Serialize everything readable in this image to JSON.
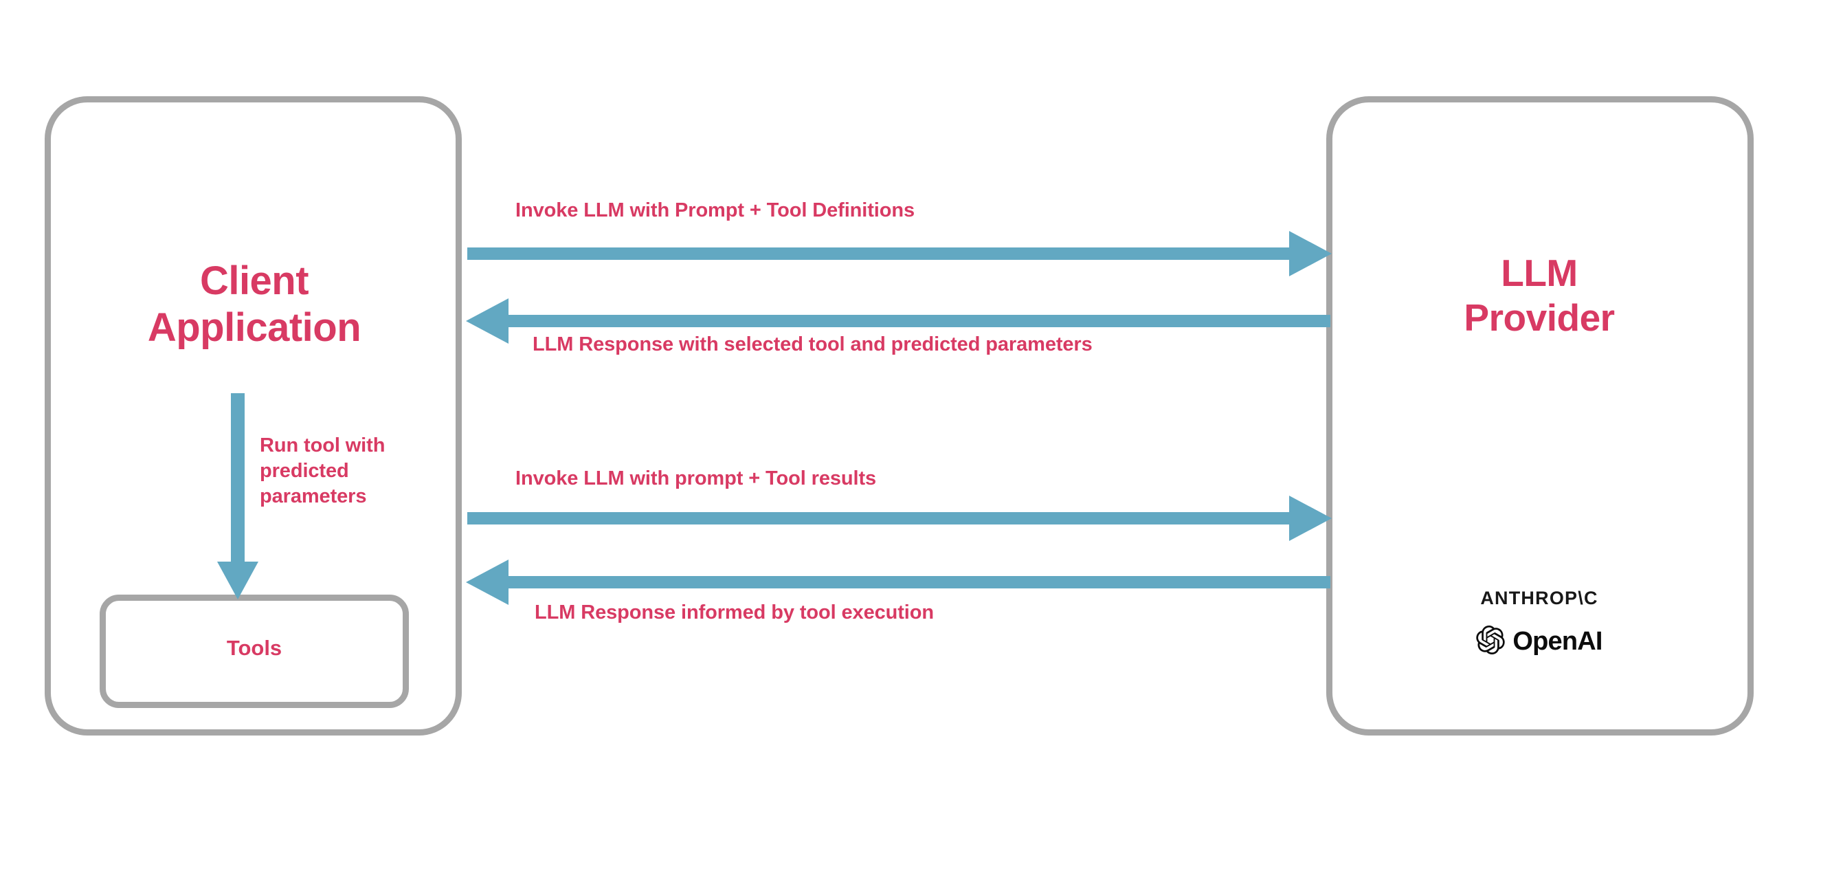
{
  "diagram": {
    "title": "LLM tool-calling sequence between a client application and an LLM provider",
    "colors": {
      "accent_text": "#d83a63",
      "arrow": "#62a8c2",
      "box_border": "#a6a6a6",
      "logo_text": "#111111",
      "background": "#ffffff"
    }
  },
  "nodes": {
    "client": {
      "label": "Client\nApplication",
      "name": "client-application"
    },
    "tools": {
      "label": "Tools",
      "name": "tools"
    },
    "provider": {
      "label": "LLM\nProvider",
      "name": "llm-provider"
    }
  },
  "vendor_logos": [
    {
      "name": "anthropic-logo",
      "label": "ANTHROP\\C"
    },
    {
      "name": "openai-logo",
      "label": "OpenAI"
    }
  ],
  "messages": [
    {
      "id": "msg-1",
      "label": "Invoke LLM with Prompt + Tool Definitions",
      "direction": "right",
      "from": "client",
      "to": "provider"
    },
    {
      "id": "msg-2",
      "label": "LLM Response with selected tool and predicted parameters",
      "direction": "left",
      "from": "provider",
      "to": "client"
    },
    {
      "id": "msg-3",
      "label": "Invoke LLM with prompt + Tool results",
      "direction": "right",
      "from": "client",
      "to": "provider"
    },
    {
      "id": "msg-4",
      "label": "LLM Response informed by tool execution",
      "direction": "left",
      "from": "provider",
      "to": "client"
    }
  ],
  "internal_flow": {
    "id": "tool-invocation",
    "label": "Run tool with predicted parameters",
    "direction": "down",
    "from": "client",
    "to": "tools"
  }
}
